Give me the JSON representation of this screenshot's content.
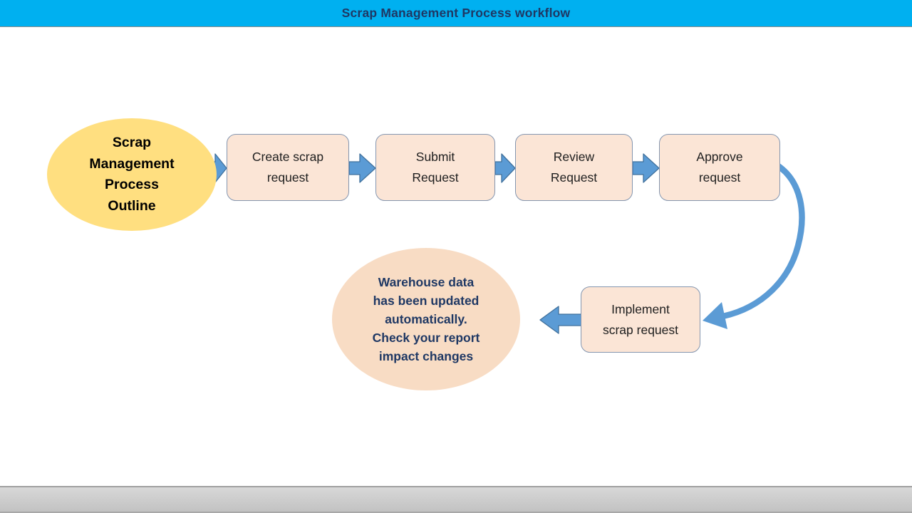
{
  "title": "Scrap Management Process workflow",
  "colors": {
    "header_bg": "#00B0F0",
    "title_text": "#1F3864",
    "start_ellipse_fill": "#FFDF80",
    "start_ellipse_text": "#000000",
    "step_box_fill": "#FBE5D6",
    "step_box_border": "#8496B0",
    "step_box_text": "#202020",
    "arrow_fill": "#5B9BD5",
    "arrow_border": "#41719C",
    "end_ellipse_fill": "#F8DCC4",
    "end_ellipse_text": "#1F3864",
    "footer_bar_fill": "#CCCCCC"
  },
  "diagram": {
    "start_node": {
      "label": "Scrap\nManagement\nProcess\nOutline"
    },
    "steps": [
      {
        "label": "Create scrap\nrequest"
      },
      {
        "label": "Submit\nRequest"
      },
      {
        "label": "Review\nRequest"
      },
      {
        "label": "Approve\nrequest"
      },
      {
        "label": "Implement\nscrap request"
      }
    ],
    "end_node": {
      "label": "Warehouse data\nhas been updated\nautomatically.\nCheck your report\nimpact changes"
    }
  }
}
